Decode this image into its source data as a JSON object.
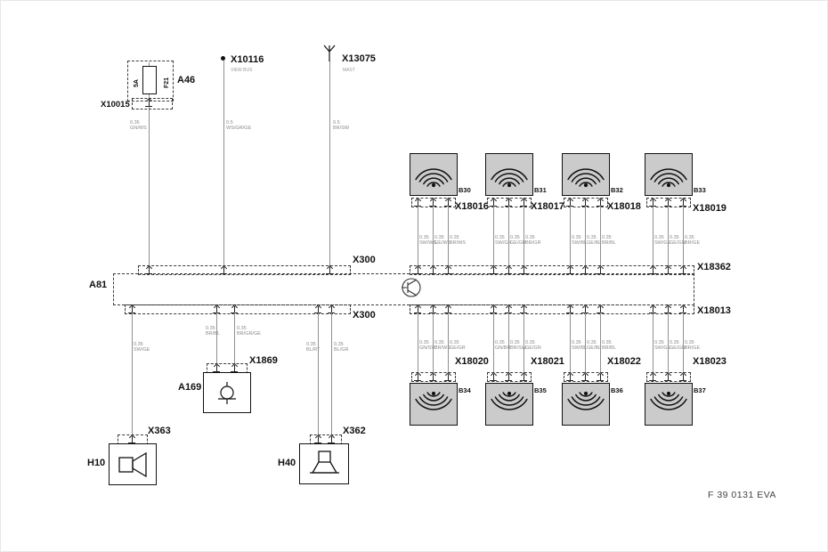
{
  "footer": "F 39 0131 EVA",
  "colors": {
    "speaker_fill": "#cbcbcb",
    "wire": "#909090",
    "text": "#111111",
    "muted": "#8a8a8a"
  },
  "power": {
    "a46": {
      "label": "A46",
      "fuse": "F21",
      "rating": "5A",
      "connector": "X10015"
    },
    "a46_wire": {
      "size": "0.35",
      "color": "GN/WS"
    },
    "x10116": {
      "label": "X10116",
      "note": "VIEW BUS"
    },
    "x10116_wire": {
      "size": "0.5",
      "color": "WS/GR/GE"
    },
    "x13075": {
      "label": "X13075",
      "note": "MAST"
    },
    "x13075_wire": {
      "size": "0.5",
      "color": "BR/SW"
    }
  },
  "unit": {
    "label": "A81",
    "top_left_conn": "X300",
    "bottom_left_conn": "X300",
    "top_right_conn": "X18362",
    "bottom_right_conn": "X18013"
  },
  "speakers_top": [
    {
      "id": "B30",
      "connector": "X18016",
      "wires": [
        {
          "size": "0.35",
          "color": "SW/WS"
        },
        {
          "size": "0.35",
          "color": "GE/WS"
        },
        {
          "size": "0.35",
          "color": "BR/WS"
        }
      ]
    },
    {
      "id": "B31",
      "connector": "X18017",
      "wires": [
        {
          "size": "0.35",
          "color": "SW/GR"
        },
        {
          "size": "0.35",
          "color": "GE/GR"
        },
        {
          "size": "0.35",
          "color": "BR/GR"
        }
      ]
    },
    {
      "id": "B32",
      "connector": "X18018",
      "wires": [
        {
          "size": "0.35",
          "color": "SW/BL"
        },
        {
          "size": "0.35",
          "color": "GE/BL"
        },
        {
          "size": "0.35",
          "color": "BR/BL"
        }
      ]
    },
    {
      "id": "B33",
      "connector": "X18019",
      "wires": [
        {
          "size": "0.35",
          "color": "SW/GE"
        },
        {
          "size": "0.35",
          "color": "GE/GN"
        },
        {
          "size": "0.35",
          "color": "BR/GE"
        }
      ]
    }
  ],
  "speakers_bottom": [
    {
      "id": "B34",
      "connector": "X18020",
      "wires": [
        {
          "size": "0.35",
          "color": "GN/SW"
        },
        {
          "size": "0.35",
          "color": "BR/WS"
        },
        {
          "size": "0.35",
          "color": "GE/GR"
        }
      ]
    },
    {
      "id": "B35",
      "connector": "X18021",
      "wires": [
        {
          "size": "0.35",
          "color": "GN/BR"
        },
        {
          "size": "0.35",
          "color": "BR/SW"
        },
        {
          "size": "0.35",
          "color": "GE/GN"
        }
      ]
    },
    {
      "id": "B36",
      "connector": "X18022",
      "wires": [
        {
          "size": "0.35",
          "color": "SW/BL"
        },
        {
          "size": "0.35",
          "color": "GE/BL"
        },
        {
          "size": "0.35",
          "color": "BR/BL"
        }
      ]
    },
    {
      "id": "B37",
      "connector": "X18023",
      "wires": [
        {
          "size": "0.35",
          "color": "SW/GE"
        },
        {
          "size": "0.35",
          "color": "GE/GN"
        },
        {
          "size": "0.35",
          "color": "BR/GE"
        }
      ]
    }
  ],
  "h10": {
    "label": "H10",
    "connector": "X363",
    "wire": {
      "size": "0.35",
      "color": "SW/GE"
    }
  },
  "a169": {
    "label": "A169",
    "connector": "X1869",
    "wires": [
      {
        "size": "0.35",
        "color": "BR/BL"
      },
      {
        "size": "0.35",
        "color": "BR/GR/GE"
      }
    ]
  },
  "h40": {
    "label": "H40",
    "connector": "X362",
    "wires": [
      {
        "size": "0.35",
        "color": "BL/RT"
      },
      {
        "size": "0.35",
        "color": "BL/GR"
      }
    ]
  }
}
